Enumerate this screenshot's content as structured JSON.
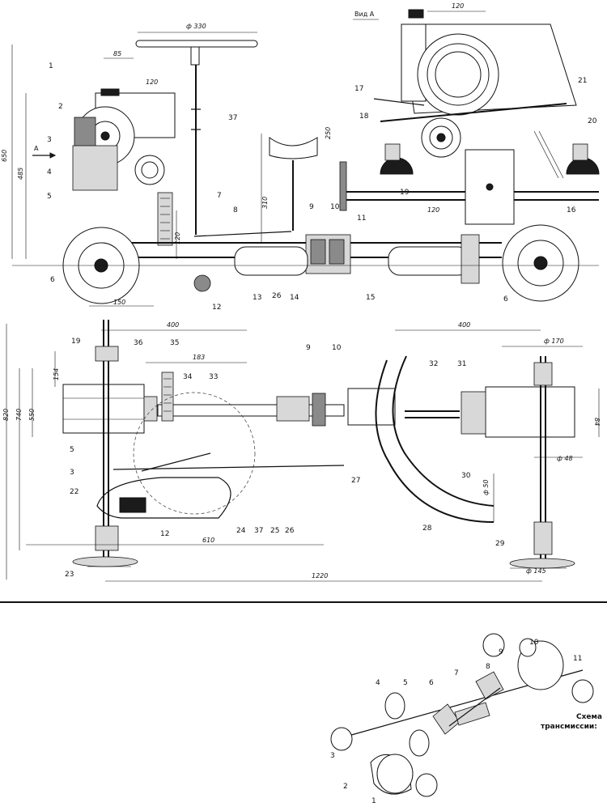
{
  "side_view": {
    "view_label": "Вид А",
    "arrow_label": "A",
    "dims": [
      "ф 330",
      "85",
      "120",
      "650",
      "485",
      "120",
      "310",
      "250",
      "120",
      "120",
      "150"
    ],
    "callouts": [
      "1",
      "2",
      "3",
      "4",
      "5",
      "6",
      "37",
      "7",
      "8",
      "9",
      "10",
      "11",
      "12",
      "13",
      "26",
      "14",
      "15",
      "16",
      "6",
      "17",
      "18",
      "19",
      "20",
      "21"
    ]
  },
  "top_view": {
    "dims": [
      "400",
      "183",
      "154",
      "820",
      "740",
      "550",
      "610",
      "1220",
      "400",
      "ф 170",
      "84",
      "ф 48",
      "ф 50",
      "ф 145"
    ],
    "callouts": [
      "19",
      "36",
      "35",
      "34",
      "33",
      "5",
      "3",
      "22",
      "23",
      "12",
      "37",
      "24",
      "25",
      "26",
      "27",
      "9",
      "10",
      "32",
      "31",
      "30",
      "28",
      "29"
    ]
  },
  "transmission": {
    "caption_line1": "Схема",
    "caption_line2": "трансмиссии:",
    "callouts": [
      "9",
      "10",
      "11",
      "8",
      "7",
      "6",
      "5",
      "4",
      "3",
      "2",
      "1"
    ]
  }
}
